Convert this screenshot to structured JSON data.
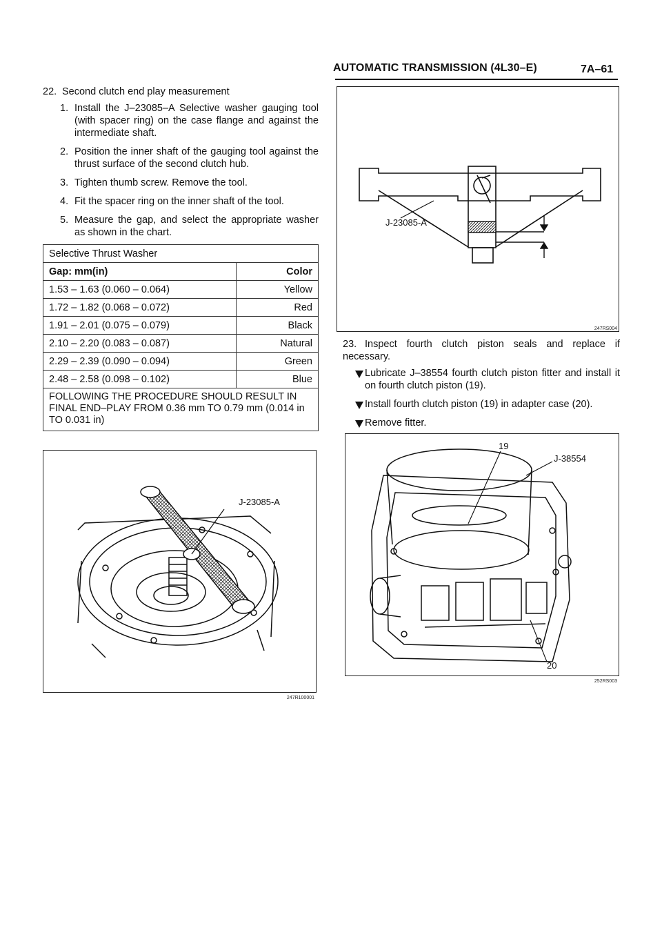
{
  "header": {
    "title": "AUTOMATIC TRANSMISSION (4L30–E)",
    "page": "7A–61"
  },
  "step22": {
    "number": "22.",
    "title": "Second clutch end play measurement",
    "substeps": [
      {
        "n": "1.",
        "text": "Install the J–23085–A Selective washer gauging tool (with spacer ring) on the case flange and against the intermediate shaft."
      },
      {
        "n": "2.",
        "text": "Position the inner shaft of the gauging tool against the thrust surface of the second clutch hub."
      },
      {
        "n": "3.",
        "text": "Tighten thumb screw.  Remove the tool."
      },
      {
        "n": "4.",
        "text": "Fit the spacer ring on the inner shaft of the tool."
      },
      {
        "n": "5.",
        "text": "Measure the gap, and select the appropriate washer as shown in the chart."
      }
    ]
  },
  "washer_table": {
    "caption": "Selective Thrust Washer",
    "col_gap": "Gap:  mm(in)",
    "col_color": "Color",
    "rows": [
      {
        "gap": "1.53 – 1.63 (0.060 – 0.064)",
        "color": "Yellow"
      },
      {
        "gap": "1.72 – 1.82 (0.068 – 0.072)",
        "color": "Red"
      },
      {
        "gap": "1.91 – 2.01 (0.075 – 0.079)",
        "color": "Black"
      },
      {
        "gap": "2.10 – 2.20 (0.083 – 0.087)",
        "color": "Natural"
      },
      {
        "gap": "2.29 – 2.39 (0.090 – 0.094)",
        "color": "Green"
      },
      {
        "gap": "2.48 – 2.58 (0.098 – 0.102)",
        "color": "Blue"
      }
    ],
    "note": "FOLLOWING THE PROCEDURE SHOULD RESULT IN FINAL END–PLAY FROM 0.36 mm TO 0.79 mm (0.014 in TO 0.031 in)"
  },
  "fig_gauge_top": {
    "label": "J-23085-A",
    "code": "247RS004"
  },
  "fig_gauge_installed": {
    "label": "J-23085-A",
    "code": "247R100001"
  },
  "step23": {
    "number": "23.",
    "title": "Inspect fourth clutch piston seals and replace if necessary.",
    "bullets": [
      "Lubricate J–38554 fourth clutch piston fitter and install it on fourth clutch piston (19).",
      "Install fourth clutch piston (19) in adapter case (20).",
      "Remove fitter."
    ]
  },
  "fig_piston": {
    "label_19": "19",
    "label_tool": "J-38554",
    "label_20": "20",
    "code": "252RS003"
  }
}
